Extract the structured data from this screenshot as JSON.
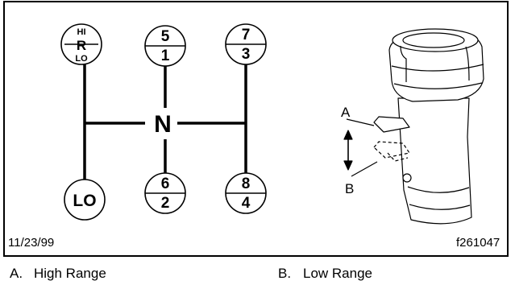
{
  "shift_pattern": {
    "reverse": {
      "top": "HI",
      "middle": "R",
      "bottom": "LO"
    },
    "gates": [
      {
        "top": "5",
        "bottom": "1"
      },
      {
        "top": "7",
        "bottom": "3"
      },
      {
        "top": "6",
        "bottom": "2"
      },
      {
        "top": "8",
        "bottom": "4"
      }
    ],
    "low": "LO",
    "neutral": "N"
  },
  "shift_knob": {
    "label_a": "A",
    "label_b": "B"
  },
  "footer": {
    "date": "11/23/99",
    "figure_id": "f261047"
  },
  "legend": {
    "a_letter": "A.",
    "a_text": "High Range",
    "b_letter": "B.",
    "b_text": "Low Range"
  }
}
